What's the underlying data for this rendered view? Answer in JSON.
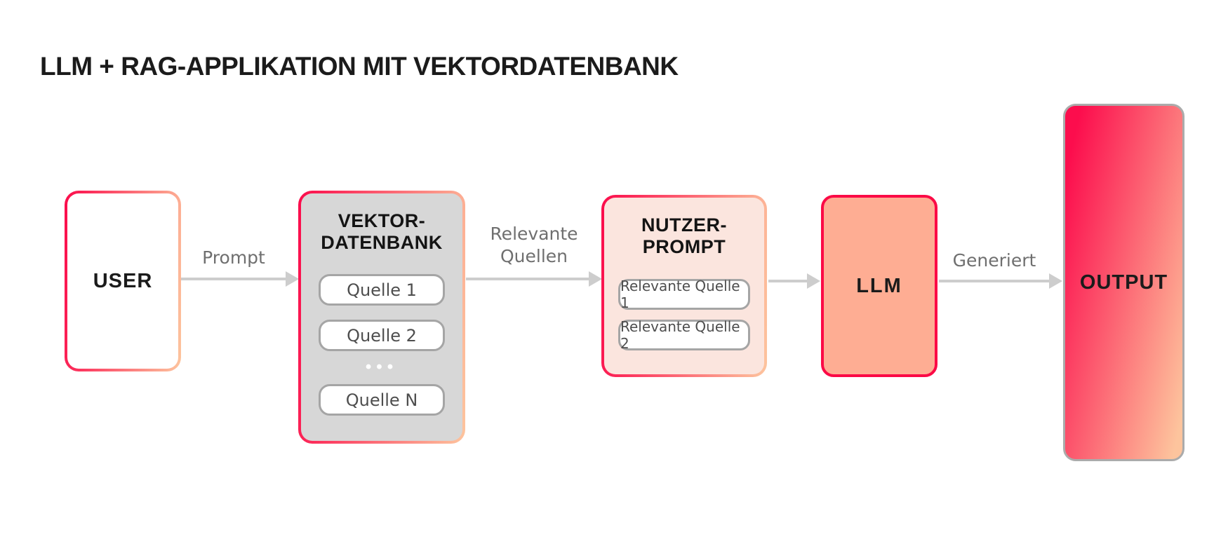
{
  "title": "LLM + RAG-APPLIKATION MIT VEKTORDATENBANK",
  "nodes": {
    "user": {
      "label": "USER"
    },
    "vektor_db": {
      "title_line1": "VEKTOR-",
      "title_line2": "DATENBANK",
      "sources": [
        "Quelle 1",
        "Quelle 2",
        "Quelle N"
      ],
      "ellipsis": "•••"
    },
    "nutzer_prompt": {
      "title_line1": "NUTZER-",
      "title_line2": "PROMPT",
      "sources": [
        "Relevante Quelle 1",
        "Relevante Quelle 2"
      ]
    },
    "llm": {
      "label": "LLM"
    },
    "output": {
      "label": "OUTPUT"
    }
  },
  "arrows": {
    "prompt": {
      "label": "Prompt"
    },
    "relevante_quellen": {
      "label_line1": "Relevante",
      "label_line2": "Quellen"
    },
    "generiert": {
      "label": "Generiert"
    }
  },
  "colors": {
    "accent_crimson": "#FB0B4B",
    "accent_peach": "#FDC59E",
    "llm_fill": "#FEAD93",
    "nutzer_prompt_fill": "#FBE5DE",
    "vektor_db_fill": "#D7D7D7",
    "arrow_gray": "#CDCDCD",
    "label_gray": "#6F6F6F",
    "pill_border_gray": "#A5A5A5",
    "text_black": "#1B1B1B"
  }
}
